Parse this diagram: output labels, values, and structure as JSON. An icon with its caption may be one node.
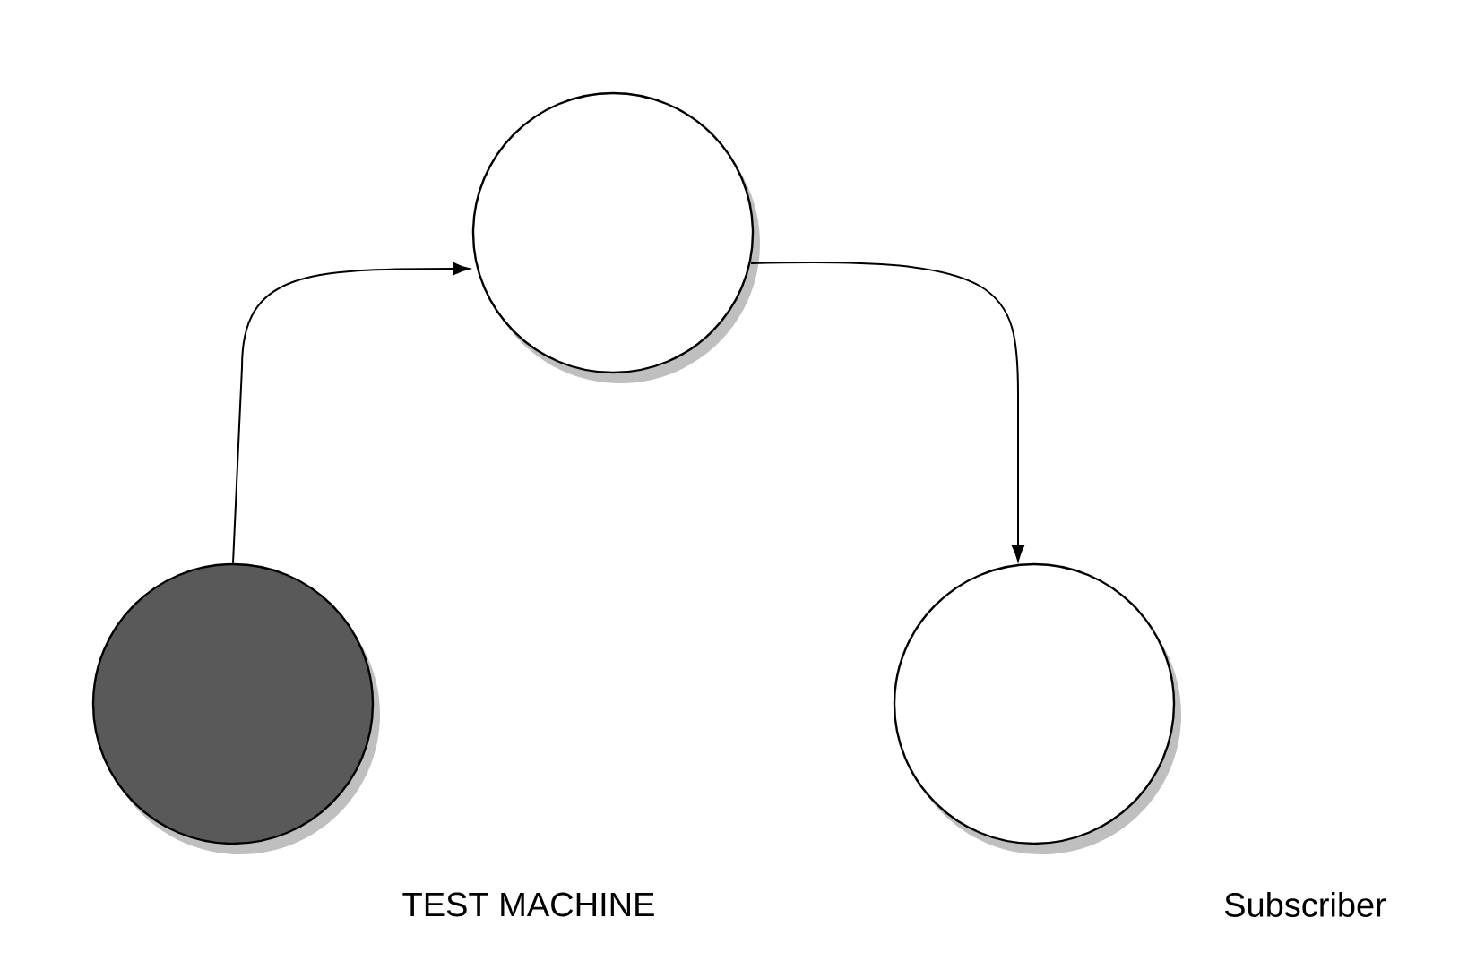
{
  "diagram": {
    "nodes": [
      {
        "text": [],
        "shape": "circle"
      },
      {
        "text": [],
        "shape": "circle",
        "beside": [
          "TEST MACHINE"
        ]
      },
      {
        "text": [],
        "shape": "circle",
        "beside": [
          "Subscriber"
        ]
      }
    ],
    "edges": [
      {
        "from": 1,
        "to": 0,
        "arrow": "to"
      },
      {
        "from": 0,
        "to": 2,
        "arrow": "to"
      }
    ]
  }
}
